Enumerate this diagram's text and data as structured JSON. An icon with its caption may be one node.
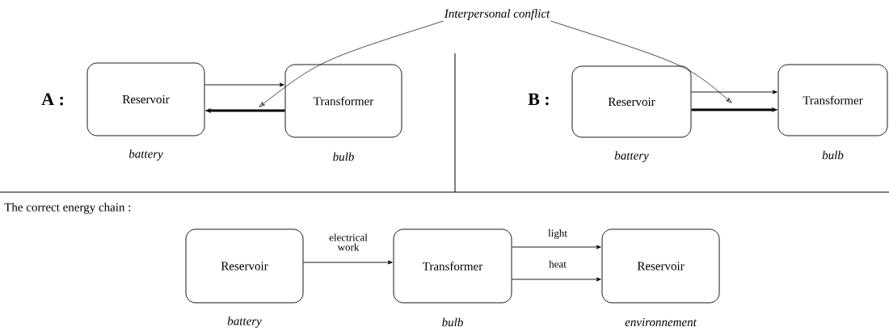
{
  "diagram": {
    "nodes": [
      {
        "text": [
          "Reservoir"
        ],
        "beside": [
          "battery"
        ]
      },
      {
        "text": [
          "Transformer"
        ],
        "beside": [
          "bulb"
        ]
      },
      {
        "text": [
          "Reservoir"
        ],
        "beside": [
          "battery"
        ]
      },
      {
        "text": [
          "Transformer"
        ],
        "beside": [
          "bulb"
        ]
      },
      {
        "text": [
          "Interpersonal conflict"
        ]
      },
      {
        "text": [
          "Reservoir"
        ],
        "beside": [
          "battery"
        ]
      },
      {
        "text": [
          "Transformer"
        ],
        "beside": [
          "bulb"
        ]
      },
      {
        "text": [
          "Reservoir"
        ],
        "beside": [
          "environnement"
        ]
      }
    ],
    "edges": [
      {
        "from": 0,
        "to": 1,
        "arrow": "to"
      },
      {
        "from": 1,
        "to": 0,
        "arrow": "to",
        "style": "thick"
      },
      {
        "from": 2,
        "to": 3,
        "arrow": "to"
      },
      {
        "from": 2,
        "to": 3,
        "arrow": "to",
        "style": "thick"
      },
      {
        "from": 4,
        "to": null,
        "arrow": "to"
      },
      {
        "from": 4,
        "to": null,
        "arrow": "to"
      },
      {
        "from": 5,
        "to": 6,
        "arrow": "to",
        "label": "electrical work"
      },
      {
        "from": 6,
        "to": 7,
        "arrow": "to",
        "label": "light"
      },
      {
        "from": 6,
        "to": 7,
        "arrow": "to",
        "label": "heat"
      }
    ],
    "labels": [
      "A :",
      "B :",
      "The correct energy chain :"
    ]
  }
}
